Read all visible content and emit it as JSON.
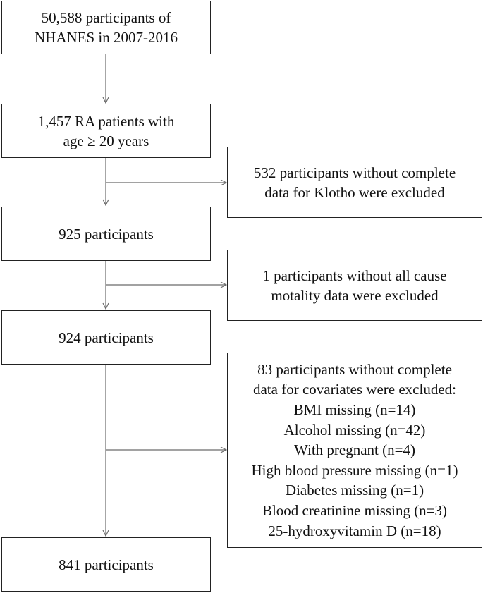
{
  "main_boxes": [
    {
      "lines": [
        "50,588 participants of",
        "NHANES in 2007-2016"
      ]
    },
    {
      "lines": [
        "1,457 RA patients with",
        "age ≥ 20 years"
      ]
    },
    {
      "lines": [
        "925 participants"
      ]
    },
    {
      "lines": [
        "924 participants"
      ]
    },
    {
      "lines": [
        "841 participants"
      ]
    }
  ],
  "exclusion_boxes": [
    {
      "lines": [
        "532 participants without complete",
        "data for Klotho were excluded"
      ]
    },
    {
      "lines": [
        "1 participants without all cause",
        "motality data were excluded"
      ]
    },
    {
      "lines": [
        "83 participants without complete",
        "data for covariates were excluded:",
        "BMI missing (n=14)",
        "Alcohol missing (n=42)",
        "With pregnant (n=4)",
        "High blood pressure missing (n=1)",
        "Diabetes missing (n=1)",
        "Blood creatinine missing (n=3)",
        "25-hydroxyvitamin D (n=18)"
      ]
    }
  ],
  "colors": {
    "line": "#6b6b6b",
    "border": "#222222",
    "text": "#111111"
  }
}
